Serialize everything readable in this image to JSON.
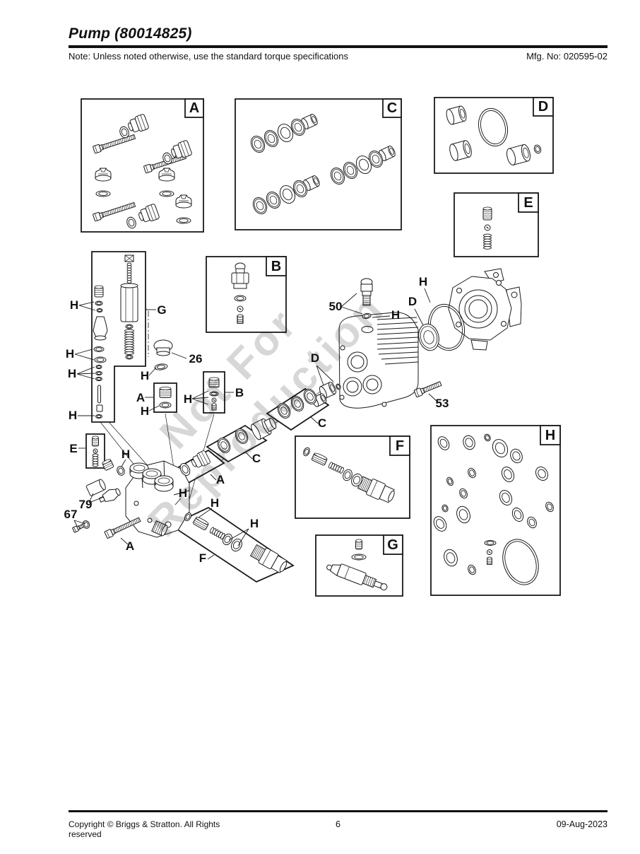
{
  "header": {
    "title": "Pump (80014825)",
    "note": "Note: Unless noted otherwise, use the standard torque specifications",
    "mfg_no": "Mfg. No: 020595-02"
  },
  "watermark": {
    "line1": "Not For",
    "line2": "Reproduction"
  },
  "diagram": {
    "box_labels": {
      "a": "A",
      "b": "B",
      "c": "C",
      "d": "D",
      "e": "E",
      "f": "F",
      "g": "G",
      "h": "H"
    },
    "callouts": [
      "H",
      "H",
      "H",
      "H",
      "G",
      "26",
      "H",
      "A",
      "H",
      "H",
      "B",
      "E",
      "H",
      "79",
      "67",
      "A",
      "H",
      "H",
      "F",
      "H",
      "A",
      "C",
      "C",
      "D",
      "50",
      "H",
      "D",
      "H",
      "53"
    ]
  },
  "footer": {
    "copyright": "Copyright © Briggs & Stratton. All Rights reserved",
    "page_number": "6",
    "date": "09-Aug-2023"
  }
}
